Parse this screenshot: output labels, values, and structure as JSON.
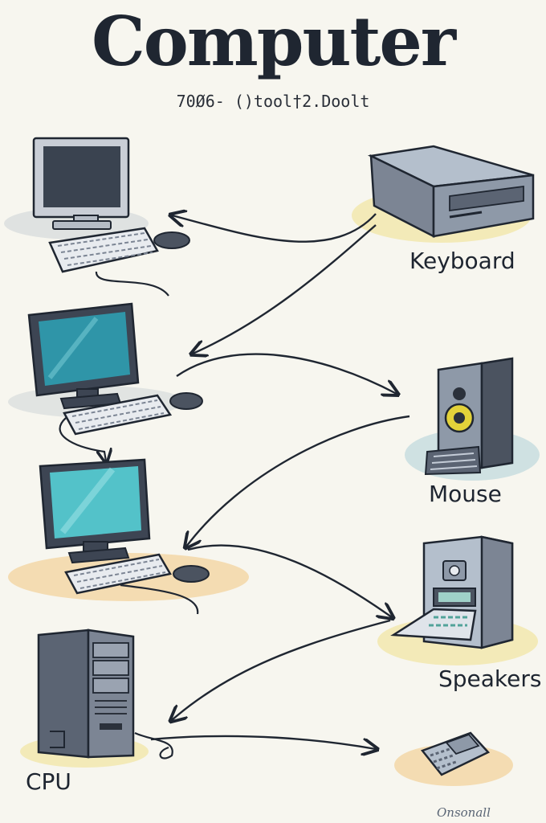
{
  "title": "Computer",
  "subtitle": "70Ø6- ()tool†2.Doolt",
  "labels": {
    "keyboard": "Keyboard",
    "mouse": "Mouse",
    "speakers": "Speakers",
    "cpu": "CPU"
  },
  "signature": "Onsonall",
  "colors": {
    "ink": "#1f2631",
    "screen_dark": "#3a4350",
    "screen_teal": "#2f95a8",
    "screen_aqua": "#53c2c9",
    "device_gray": "#8a93a3",
    "speaker_yellow": "#e3d23a",
    "shadow_blue": "#cfe1e2",
    "shadow_yellow": "#f3eab8",
    "shadow_orange": "#f4dcb2"
  }
}
